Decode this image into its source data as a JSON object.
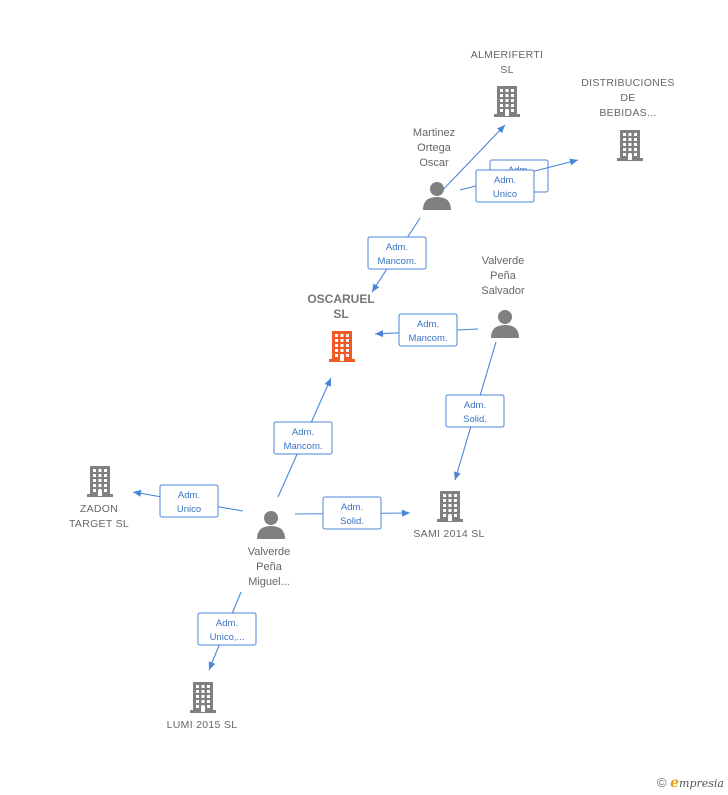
{
  "colors": {
    "edge": "#4a86d8",
    "node": "#808080",
    "focus_node": "#f05a23"
  },
  "nodes": [
    {
      "id": "almeriferti",
      "type": "company",
      "lines": [
        "ALMERIFERTI",
        "SL"
      ]
    },
    {
      "id": "distribuciones",
      "type": "company",
      "lines": [
        "DISTRIBUCIONES",
        "DE",
        "BEBIDAS..."
      ]
    },
    {
      "id": "martinez",
      "type": "person",
      "lines": [
        "Martinez",
        "Ortega",
        "Oscar"
      ]
    },
    {
      "id": "salvador",
      "type": "person",
      "lines": [
        "Valverde",
        "Peña",
        "Salvador"
      ]
    },
    {
      "id": "oscaruel",
      "type": "focus",
      "lines": [
        "OSCARUEL",
        "SL"
      ]
    },
    {
      "id": "zadon",
      "type": "company",
      "lines": [
        "ZADON",
        "TARGET SL"
      ]
    },
    {
      "id": "sami",
      "type": "company",
      "lines": [
        "SAMI 2014 SL"
      ]
    },
    {
      "id": "miguel",
      "type": "person",
      "lines": [
        "Valverde",
        "Peña",
        "Miguel..."
      ]
    },
    {
      "id": "lumi",
      "type": "company",
      "lines": [
        "LUMI 2015 SL"
      ]
    }
  ],
  "edges": [
    {
      "from": "martinez",
      "to": "almeriferti",
      "label": [
        "Adm.",
        "Unico"
      ]
    },
    {
      "from": "martinez",
      "to": "distribuciones",
      "label": [
        "Adm.",
        "Unico"
      ]
    },
    {
      "from": "martinez",
      "to": "oscaruel",
      "label": [
        "Adm.",
        "Mancom."
      ]
    },
    {
      "from": "salvador",
      "to": "oscaruel",
      "label": [
        "Adm.",
        "Mancom."
      ]
    },
    {
      "from": "salvador",
      "to": "sami",
      "label": [
        "Adm.",
        "Solid."
      ]
    },
    {
      "from": "miguel",
      "to": "oscaruel",
      "label": [
        "Adm.",
        "Mancom."
      ]
    },
    {
      "from": "miguel",
      "to": "zadon",
      "label": [
        "Adm.",
        "Unico"
      ]
    },
    {
      "from": "miguel",
      "to": "sami",
      "label": [
        "Adm.",
        "Solid."
      ]
    },
    {
      "from": "miguel",
      "to": "lumi",
      "label": [
        "Adm.",
        "Unico,..."
      ]
    }
  ],
  "footer": {
    "copyright": "©",
    "brand_initial": "e",
    "brand_rest": "mpresia"
  }
}
